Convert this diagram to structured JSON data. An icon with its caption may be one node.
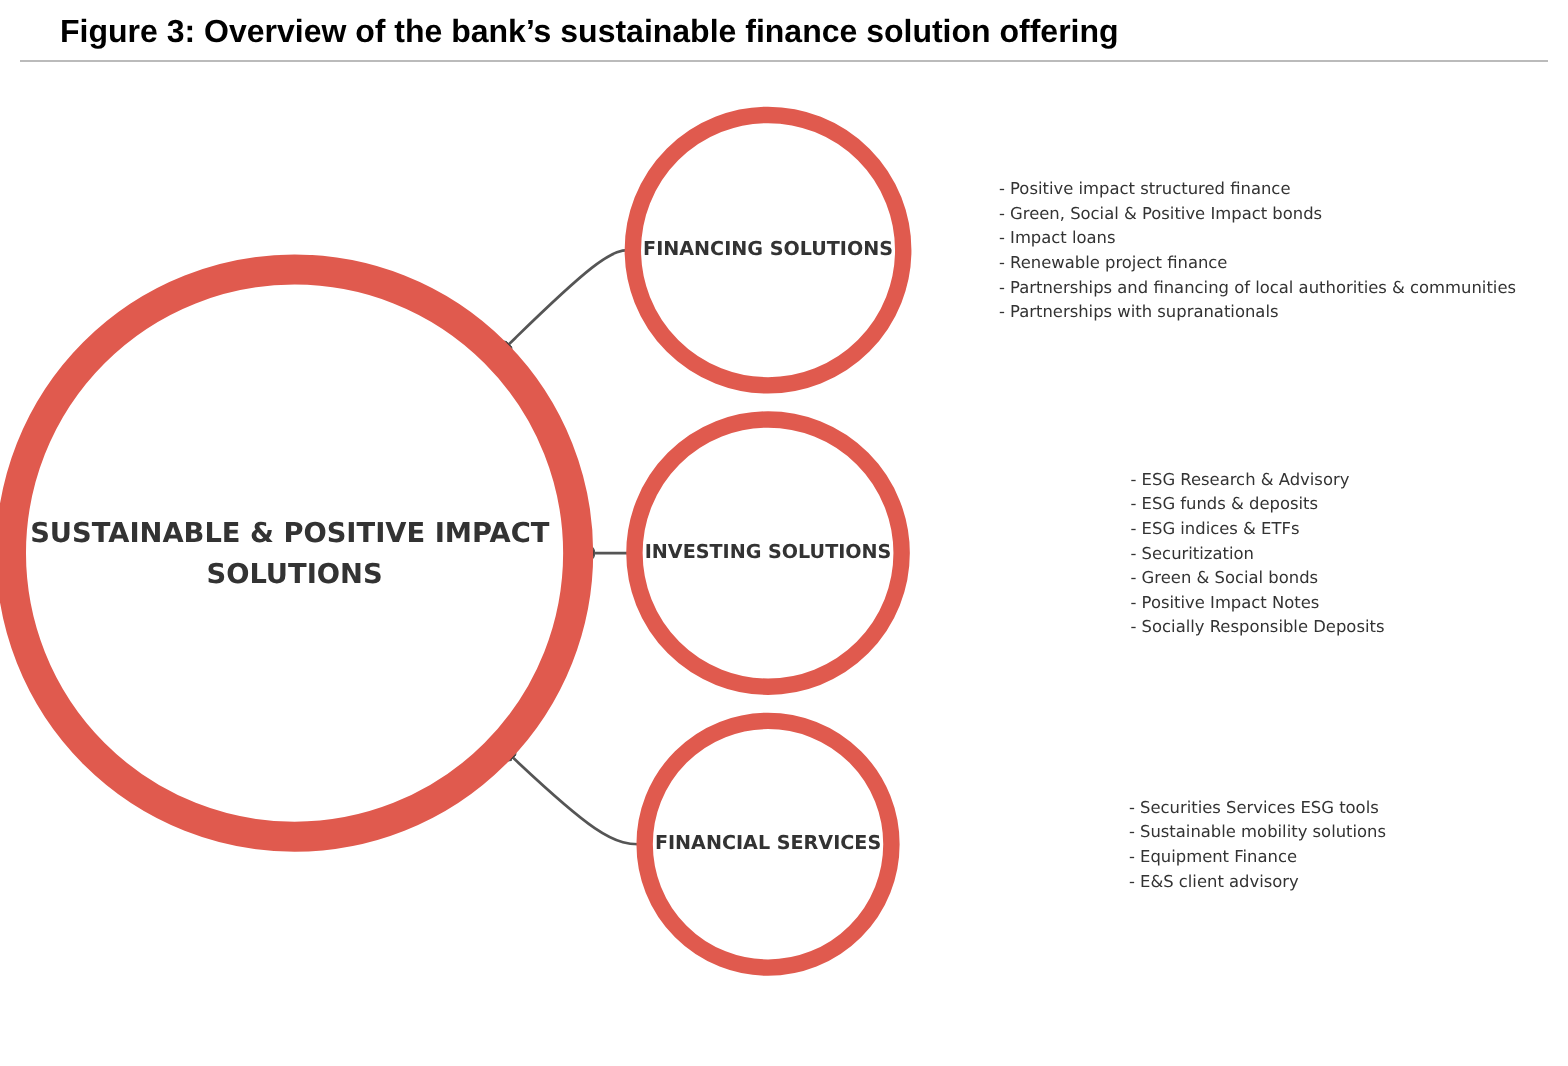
{
  "diagram": {
    "title": "Figure 3: Overview of the bank’s sustainable finance solution offering",
    "nodes": [
      {
        "text": [
          "SUSTAINABLE & POSITIVE IMPACT SOLUTIONS"
        ]
      },
      {
        "text": [
          "FINANCING SOLUTIONS"
        ],
        "beside": [
          "- Positive impact structured finance",
          "- Green, Social & Positive Impact bonds",
          "- Impact loans",
          "- Renewable project finance",
          "- Partnerships and financing of local authorities & communities",
          "- Partnerships with supranationals"
        ]
      },
      {
        "text": [
          "INVESTING SOLUTIONS"
        ],
        "beside": [
          "- ESG Research & Advisory",
          "- ESG funds & deposits",
          "- ESG indices & ETFs",
          "- Securitization",
          "- Green & Social bonds",
          "- Positive Impact Notes",
          "- Socially Responsible Deposits"
        ]
      },
      {
        "text": [
          "FINANCIAL SERVICES"
        ],
        "beside": [
          "- Securities Services ESG tools",
          "- Sustainable mobility solutions",
          "- Equipment Finance",
          "- E&S client advisory"
        ]
      }
    ],
    "edges": [
      {
        "from": 1,
        "to": 0,
        "arrow": "other"
      },
      {
        "from": 2,
        "to": 0,
        "arrow": "other"
      },
      {
        "from": 3,
        "to": 0,
        "arrow": "other"
      }
    ]
  }
}
